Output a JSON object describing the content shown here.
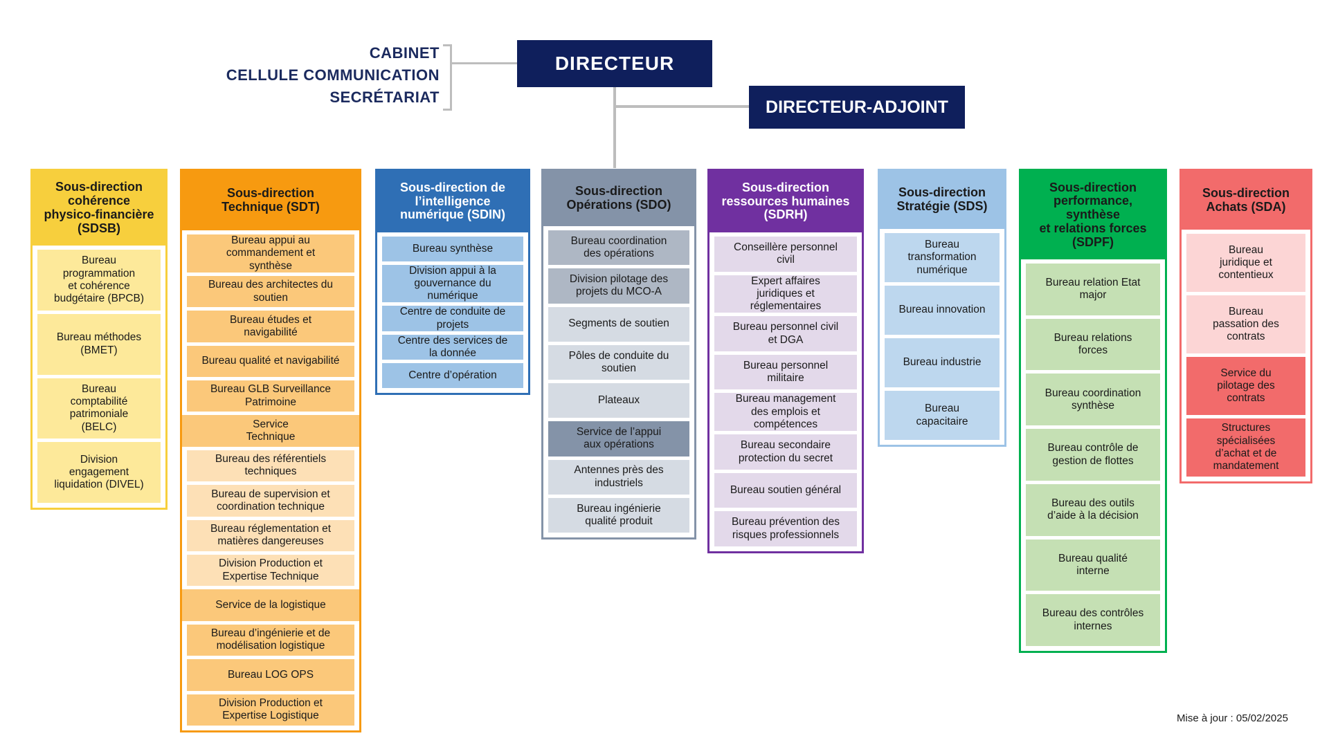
{
  "header": {
    "staff_lines": [
      "CABINET",
      "CELLULE COMMUNICATION",
      "SECRÉTARIAT"
    ],
    "director": "DIRECTEUR",
    "deputy": "DIRECTEUR-ADJOINT"
  },
  "columns": [
    {
      "title": "Sous-direction\ncohérence\nphysico-financière\n(SDSB)",
      "color": "#f7cf3d",
      "items": [
        {
          "label": "Bureau\nprogrammation\net cohérence\nbudgétaire (BPCB)"
        },
        {
          "label": "Bureau méthodes\n(BMET)"
        },
        {
          "label": "Bureau\ncomptabilité\npatrimoniale\n(BELC)"
        },
        {
          "label": "Division\nengagement\nliquidation (DIVEL)"
        }
      ]
    },
    {
      "title": "Sous-direction\nTechnique (SDT)",
      "color": "#f79a10",
      "items": [
        {
          "label": "Bureau appui au\ncommandement et\nsynthèse"
        },
        {
          "label": "Bureau des architectes du\nsoutien"
        },
        {
          "label": "Bureau études et\nnavigabilité"
        },
        {
          "label": "Bureau qualité et navigabilité"
        },
        {
          "label": "Bureau GLB Surveillance\nPatrimoine"
        },
        {
          "label": "Service\nTechnique",
          "band": true
        },
        {
          "label": "Bureau des référentiels\ntechniques"
        },
        {
          "label": "Bureau de supervision et\ncoordination technique"
        },
        {
          "label": "Bureau réglementation et\nmatières dangereuses"
        },
        {
          "label": "Division Production et\nExpertise Technique"
        },
        {
          "label": "Service de la logistique",
          "band": true
        },
        {
          "label": "Bureau d’ingénierie et de\nmodélisation logistique"
        },
        {
          "label": "Bureau LOG OPS"
        },
        {
          "label": "Division Production et\nExpertise Logistique"
        }
      ]
    },
    {
      "title": "Sous-direction de\nl’intelligence\nnumérique (SDIN)",
      "color": "#2f6fb5",
      "items": [
        {
          "label": "Bureau synthèse"
        },
        {
          "label": "Division appui à la\ngouvernance du\nnumérique"
        },
        {
          "label": "Centre de conduite de\nprojets"
        },
        {
          "label": "Centre des services de\nla donnée"
        },
        {
          "label": "Centre d’opération"
        }
      ]
    },
    {
      "title": "Sous-direction\nOpérations (SDO)",
      "color": "#8493a8",
      "items": [
        {
          "label": "Bureau coordination\ndes opérations"
        },
        {
          "label": "Division pilotage des\nprojets du MCO-A"
        },
        {
          "label": "Segments de soutien"
        },
        {
          "label": "Pôles de conduite du\nsoutien"
        },
        {
          "label": "Plateaux"
        },
        {
          "label": "Service de l’appui\naux opérations"
        },
        {
          "label": "Antennes près des\nindustriels"
        },
        {
          "label": "Bureau ingénierie\nqualité produit"
        }
      ]
    },
    {
      "title": "Sous-direction\nressources humaines\n(SDRH)",
      "color": "#7030a0",
      "items": [
        {
          "label": "Conseillère personnel\ncivil"
        },
        {
          "label": "Expert affaires\njuridiques et\nréglementaires"
        },
        {
          "label": "Bureau personnel civil\net DGA"
        },
        {
          "label": "Bureau personnel\nmilitaire"
        },
        {
          "label": "Bureau management\ndes emplois et\ncompétences"
        },
        {
          "label": "Bureau secondaire\nprotection du secret"
        },
        {
          "label": "Bureau soutien général"
        },
        {
          "label": "Bureau prévention des\nrisques professionnels"
        }
      ]
    },
    {
      "title": "Sous-direction\nStratégie (SDS)",
      "color": "#9dc3e6",
      "items": [
        {
          "label": "Bureau\ntransformation\nnumérique"
        },
        {
          "label": "Bureau innovation"
        },
        {
          "label": "Bureau industrie"
        },
        {
          "label": "Bureau\ncapacitaire"
        }
      ]
    },
    {
      "title": "Sous-direction\nperformance,\nsynthèse\net relations forces\n(SDPF)",
      "color": "#00b050",
      "items": [
        {
          "label": "Bureau relation Etat\nmajor"
        },
        {
          "label": "Bureau relations\nforces"
        },
        {
          "label": "Bureau coordination\nsynthèse"
        },
        {
          "label": "Bureau contrôle de\ngestion de flottes"
        },
        {
          "label": "Bureau des outils\nd’aide à la décision"
        },
        {
          "label": "Bureau qualité\ninterne"
        },
        {
          "label": "Bureau des contrôles\ninternes"
        }
      ]
    },
    {
      "title": "Sous-direction\nAchats (SDA)",
      "color": "#f26b6b",
      "items": [
        {
          "label": "Bureau\njuridique et\ncontentieux"
        },
        {
          "label": "Bureau\npassation des\ncontrats"
        },
        {
          "label": "Service du\npilotage des\ncontrats"
        },
        {
          "label": "Structures\nspécialisées\nd’achat et de\nmandatement"
        }
      ]
    }
  ],
  "footer": "Mise à jour : 05/02/2025"
}
